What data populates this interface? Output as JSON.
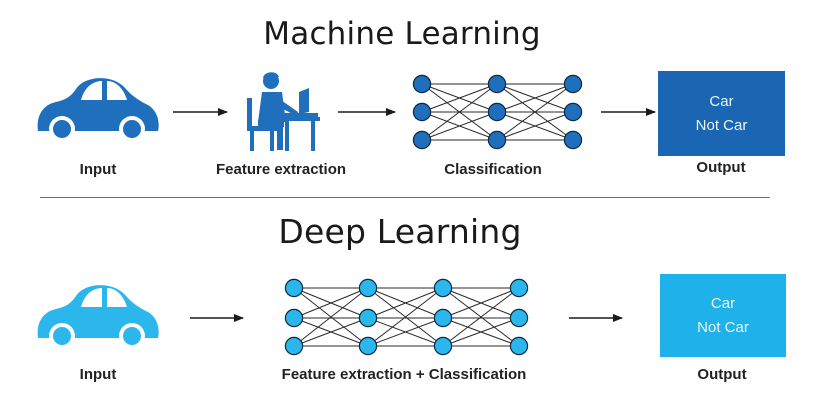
{
  "colors": {
    "ml_blue": "#1f6fbd",
    "dl_blue": "#2bb6ec",
    "output_ml": "#1a66b3",
    "output_dl": "#1fb1ea",
    "line": "#1a1a1a"
  },
  "machine_learning": {
    "title": "Machine Learning",
    "input_label": "Input",
    "feature_label": "Feature extraction",
    "classification_label": "Classification",
    "output_label": "Output",
    "output_options": [
      "Car",
      "Not Car"
    ],
    "icons": [
      "car-icon",
      "person-at-desk-icon",
      "neural-network-icon"
    ]
  },
  "deep_learning": {
    "title": "Deep Learning",
    "input_label": "Input",
    "network_label": "Feature extraction + Classification",
    "output_label": "Output",
    "output_options": [
      "Car",
      "Not Car"
    ],
    "icons": [
      "car-icon",
      "neural-network-icon"
    ]
  }
}
